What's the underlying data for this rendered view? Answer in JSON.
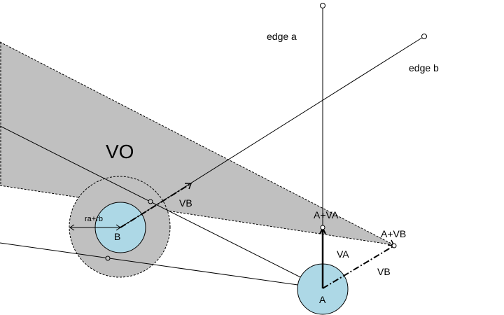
{
  "labels": {
    "vo": "VO",
    "edge_a": "edge a",
    "edge_b": "edge b",
    "vb_upper": "VB",
    "vb_lower": "VB",
    "va": "VA",
    "a_plus_va": "A+VA",
    "a_plus_vb": "A+VB",
    "ra_rb": "ra+rb",
    "agent_a": "A",
    "agent_b": "B"
  },
  "colors": {
    "vo_region": "#c0c0c0",
    "agent_fill": "#add8e6",
    "minkowski_fill": "#c0c0c0",
    "stroke": "#000000"
  }
}
